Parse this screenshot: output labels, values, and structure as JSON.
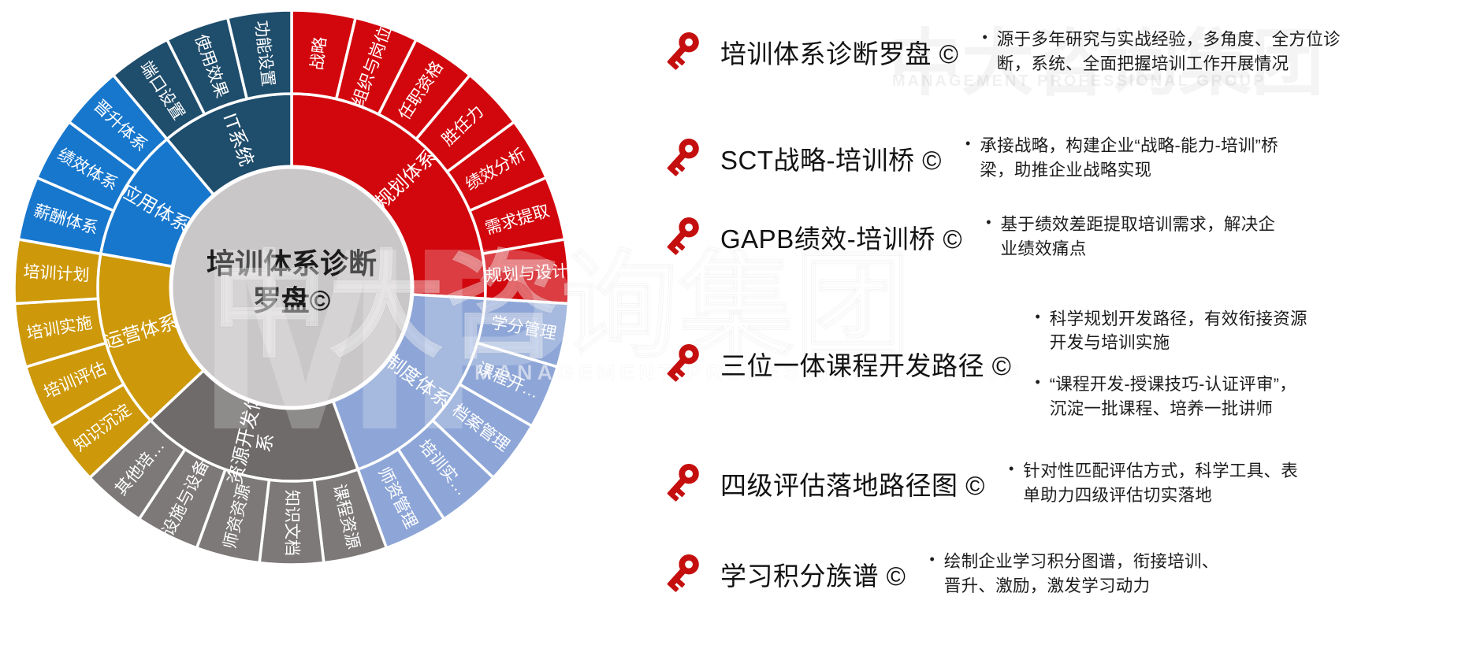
{
  "chart_data": {
    "type": "sunburst",
    "title": "培训体系诊断罗盘©",
    "center_label_lines": [
      "培训体系诊断",
      "罗盘©"
    ],
    "center_color": "#C9C7C7",
    "ring_gap_color": "#FFFFFF",
    "groups": [
      {
        "name": "规划体系",
        "color": "#D2070D",
        "children": [
          "战略",
          "组织与岗位",
          "任职资格",
          "胜任力",
          "绩效分析",
          "需求提取",
          "规划与设计"
        ]
      },
      {
        "name": "制度体系",
        "color": "#8EA6D7",
        "children": [
          "学分管理",
          "课程开…",
          "档案管理",
          "培训实…",
          "师资管理"
        ]
      },
      {
        "name": "资源开发体系",
        "color": "#6F6B6B",
        "leaf_color": "#7D7979",
        "children": [
          "课程资源",
          "知识文档",
          "师资资源",
          "设施与设备",
          "其他培…"
        ]
      },
      {
        "name": "运营体系",
        "color": "#CD9809",
        "children": [
          "知识沉淀",
          "培训评估",
          "培训实施",
          "培训计划"
        ]
      },
      {
        "name": "应用体系",
        "color": "#1777CD",
        "children": [
          "薪酬体系",
          "绩效体系",
          "晋升体系"
        ]
      },
      {
        "name": "IT系统",
        "color": "#1F4D6C",
        "children": [
          "端口设置",
          "使用效果",
          "功能设置"
        ]
      }
    ]
  },
  "methods": [
    {
      "title": "培训体系诊断罗盘 ©",
      "bullets": [
        "源于多年研究与实战经验，多角度、全方位诊\n断，系统、全面把握培训工作开展情况"
      ]
    },
    {
      "title": "SCT战略-培训桥 ©",
      "bullets": [
        "承接战略，构建企业“战略-能力-培训”桥\n梁，助推企业战略实现"
      ]
    },
    {
      "title": "GAPB绩效-培训桥 ©",
      "bullets": [
        "基于绩效差距提取培训需求，解决企\n业绩效痛点"
      ]
    },
    {
      "title": "三位一体课程开发路径 ©",
      "bullets": [
        "科学规划开发路径，有效衔接资源\n开发与培训实施",
        "“课程开发-授课技巧-认证评审”，\n沉淀一批课程、培养一批讲师"
      ]
    },
    {
      "title": "四级评估落地路径图 ©",
      "bullets": [
        "针对性匹配评估方式，科学工具、表\n单助力四级评估切实落地"
      ]
    },
    {
      "title": "学习积分族谱 ©",
      "bullets": [
        "绘制企业学习积分图谱，衔接培训、\n晋升、激励，激发学习动力"
      ]
    }
  ],
  "icons": {
    "key_color": "#C50F0F",
    "bullet_char": "•"
  },
  "watermark": {
    "cn": "中大咨询集团",
    "en": "MANAGEMENT PROFESSIONAL GROUP",
    "monogram": "MP"
  },
  "colors": {
    "text_primary": "#121212",
    "center_text": "#1A1A1A",
    "segment_label": "#FFFFFF"
  }
}
